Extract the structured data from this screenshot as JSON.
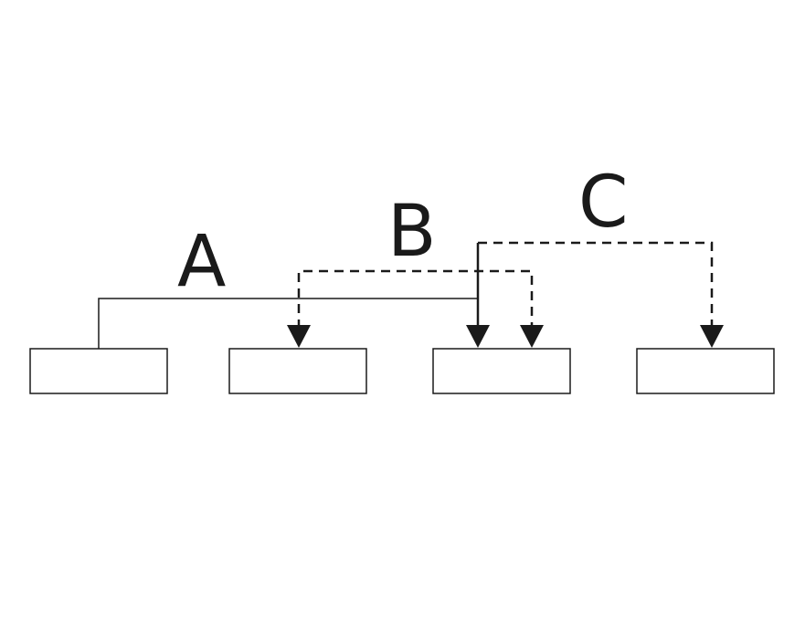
{
  "diagram": {
    "labels": {
      "a": "A",
      "b": "B",
      "c": "C"
    },
    "colors": {
      "stroke": "#1a1a1a",
      "box_fill": "#ffffff",
      "background": "#ffffff"
    },
    "line_styles": {
      "a": "solid",
      "b": "dashed",
      "c": "dashed"
    }
  }
}
